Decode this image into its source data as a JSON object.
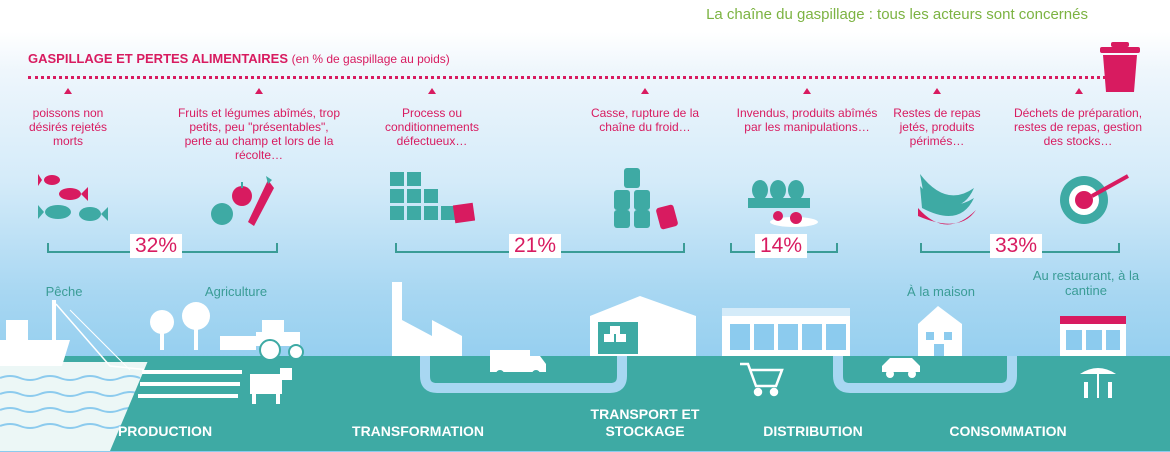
{
  "header": {
    "title": "La chaîne du gaspillage : tous les acteurs sont concernés",
    "main_title": "GASPILLAGE ET PERTES ALIMENTAIRES",
    "main_unit": "(en % de gaspillage au poids)"
  },
  "causes": [
    "poissons non désirés rejetés morts",
    "Fruits et légumes abîmés, trop petits, peu \"présentables\", perte au champ et lors de la récolte…",
    "Process ou conditionnements défectueux…",
    "Casse, rupture de la chaîne du froid…",
    "Invendus, produits abîmés par les manipulations…",
    "Restes de repas jetés, produits périmés…",
    "Déchets de préparation, restes de repas, gestion des stocks…"
  ],
  "percentages": [
    "32%",
    "21%",
    "14%",
    "33%"
  ],
  "places": [
    "Pêche",
    "Agriculture",
    "À la maison",
    "Au restaurant, à la cantine"
  ],
  "stages": [
    "PRODUCTION",
    "TRANSFORMATION",
    "TRANSPORT ET STOCKAGE",
    "DISTRIBUTION",
    "CONSOMMATION"
  ],
  "colors": {
    "accent": "#d81b60",
    "teal": "#3eaaa4",
    "green": "#7cb342",
    "sky": "#8ccbee"
  },
  "icons": [
    "trash-bin-icon",
    "fish-icon",
    "fruit-vegetable-icon",
    "crates-icon",
    "cans-icon",
    "eggs-icon",
    "banana-peel-icon",
    "plate-icon",
    "boat-icon",
    "tree-icon",
    "tractor-icon",
    "cow-icon",
    "factory-icon",
    "truck-icon",
    "warehouse-icon",
    "supermarket-icon",
    "cart-icon",
    "house-icon",
    "car-icon",
    "restaurant-icon"
  ]
}
